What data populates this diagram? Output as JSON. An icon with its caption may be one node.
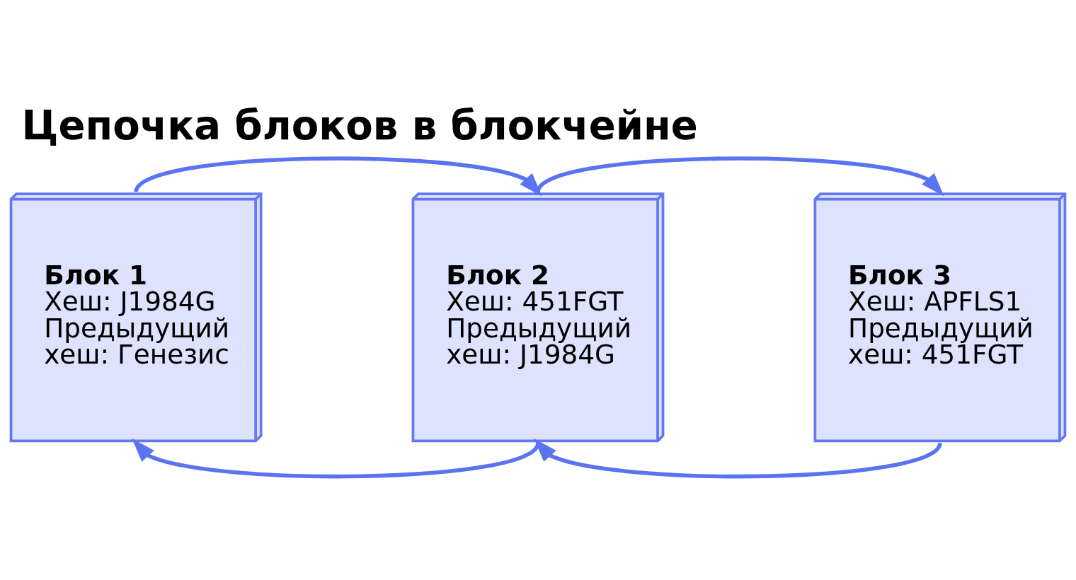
{
  "diagram": {
    "title": "Цепочка блоков в блокчейне",
    "nodes": [
      {
        "text": [
          "Блок 1",
          "Хеш: J1984G",
          "Предыдущий хеш: Генезис"
        ]
      },
      {
        "text": [
          "Блок 2",
          "Хеш: 451FGT",
          "Предыдущий хеш: J1984G"
        ]
      },
      {
        "text": [
          "Блок 3",
          "Хеш: APFLS1",
          "Предыдущий хеш: 451FGT"
        ]
      }
    ],
    "edges": [
      {
        "from": 0,
        "to": 1,
        "arrow": "to"
      },
      {
        "from": 1,
        "to": 2,
        "arrow": "to"
      },
      {
        "from": 1,
        "to": 0,
        "arrow": "to"
      },
      {
        "from": 2,
        "to": 1,
        "arrow": "to"
      }
    ]
  }
}
